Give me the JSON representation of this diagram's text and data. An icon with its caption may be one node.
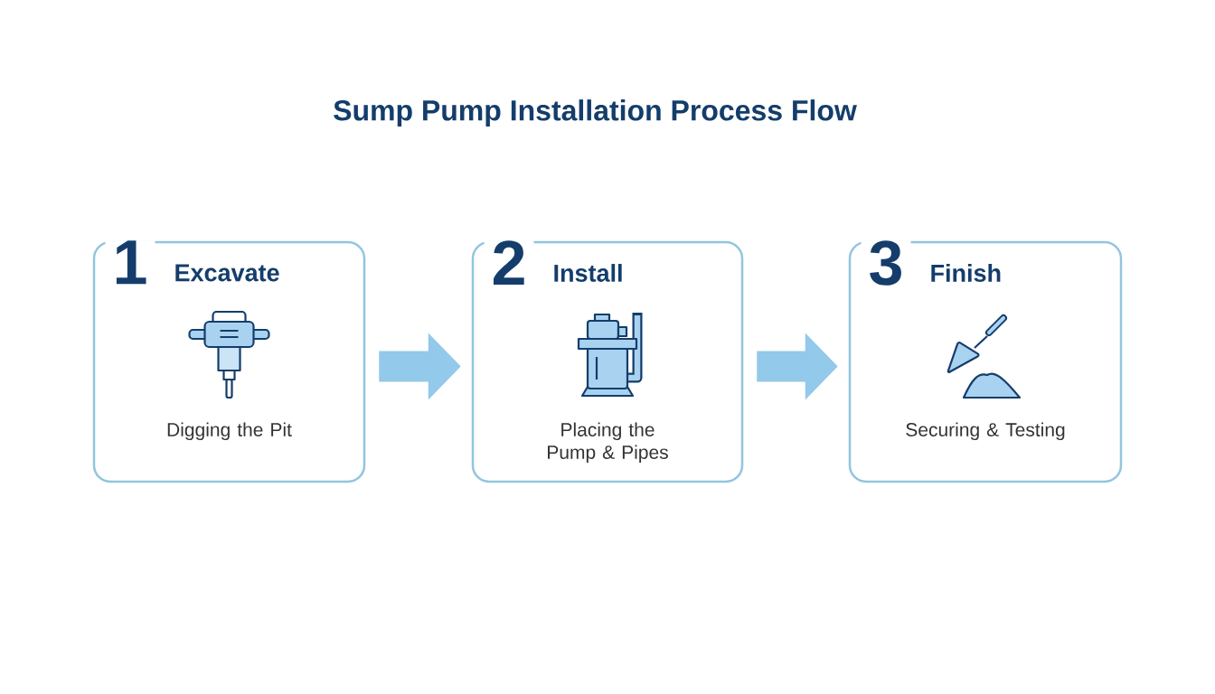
{
  "diagram": {
    "title": "Sump Pump Installation Process Flow",
    "nodes": [
      {
        "text": [
          "1",
          "Excavate",
          "Digging the Pit"
        ]
      },
      {
        "text": [
          "2",
          "Install",
          "Placing the Pump & Pipes"
        ]
      },
      {
        "text": [
          "3",
          "Finish",
          "Securing & Testing"
        ]
      }
    ],
    "edges": [
      {
        "from": 0,
        "to": 1,
        "arrow": "to"
      },
      {
        "from": 1,
        "to": 2,
        "arrow": "to"
      }
    ]
  }
}
